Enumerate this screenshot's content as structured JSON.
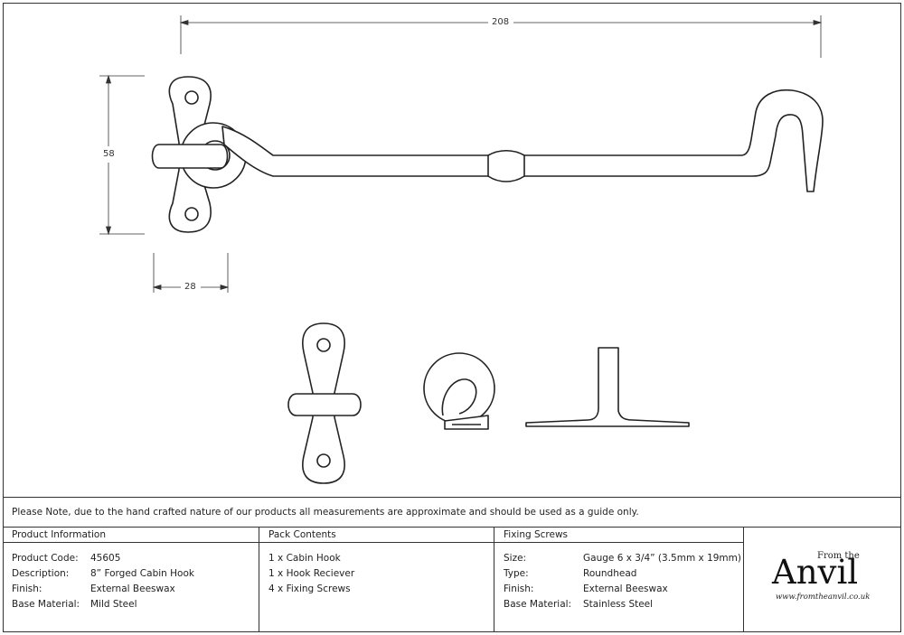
{
  "dimensions": {
    "width": "208",
    "height": "58",
    "plate_width": "28"
  },
  "note": "Please Note, due to the hand crafted nature of our products all measurements are approximate and should be used as a guide only.",
  "product_info": {
    "heading": "Product Information",
    "rows": [
      {
        "label": "Product Code:",
        "value": "45605"
      },
      {
        "label": "Description:",
        "value": "8” Forged Cabin Hook"
      },
      {
        "label": "Finish:",
        "value": "External Beeswax"
      },
      {
        "label": "Base Material:",
        "value": "Mild Steel"
      }
    ]
  },
  "pack_contents": {
    "heading": "Pack Contents",
    "items": [
      "1 x Cabin Hook",
      "1 x Hook Reciever",
      "4 x Fixing Screws"
    ]
  },
  "fixing_screws": {
    "heading": "Fixing Screws",
    "rows": [
      {
        "label": "Size:",
        "value": "Gauge 6 x 3/4” (3.5mm x 19mm)"
      },
      {
        "label": "Type:",
        "value": "Roundhead"
      },
      {
        "label": "Finish:",
        "value": "External Beeswax"
      },
      {
        "label": "Base Material:",
        "value": "Stainless Steel"
      }
    ]
  },
  "logo": {
    "from": "From the",
    "name": "Anvil",
    "url": "www.fromtheanvil.co.uk"
  }
}
